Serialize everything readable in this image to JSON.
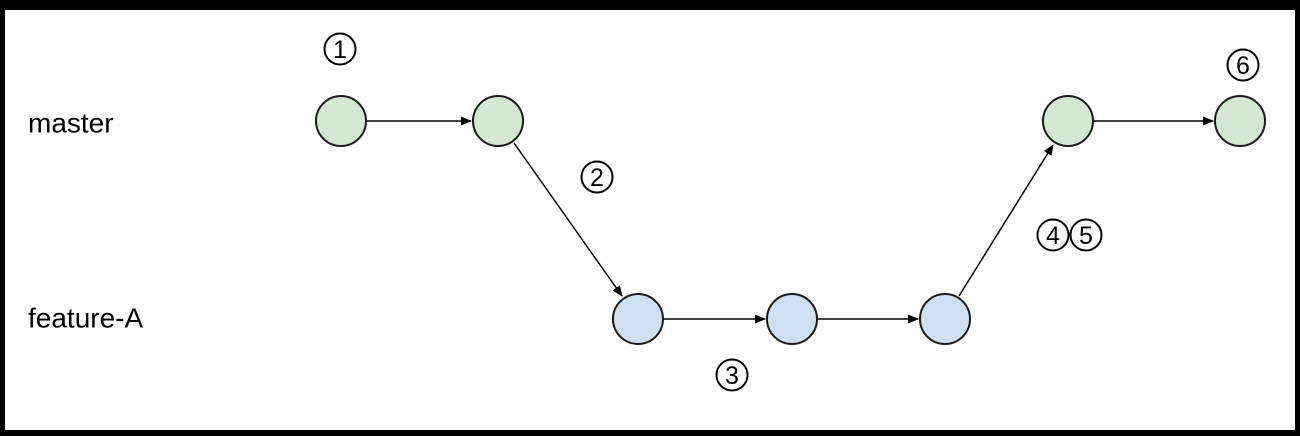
{
  "diagram": {
    "branch_labels": [
      {
        "id": "master",
        "text": "master"
      },
      {
        "id": "feature-a",
        "text": "feature-A"
      }
    ],
    "step_badges": [
      "1",
      "2",
      "3",
      "4",
      "5",
      "6"
    ],
    "node_counts": {
      "master": 4,
      "feature_a": 3
    },
    "colors": {
      "master_node_fill": "#d5e8d4",
      "feature_node_fill": "#cfe0f2",
      "node_stroke": "#1a1a1a",
      "edge_stroke": "#000000",
      "badge_fill": "#ffffff",
      "badge_stroke": "#000000",
      "frame": "#000000",
      "canvas": "#ffffff"
    }
  }
}
